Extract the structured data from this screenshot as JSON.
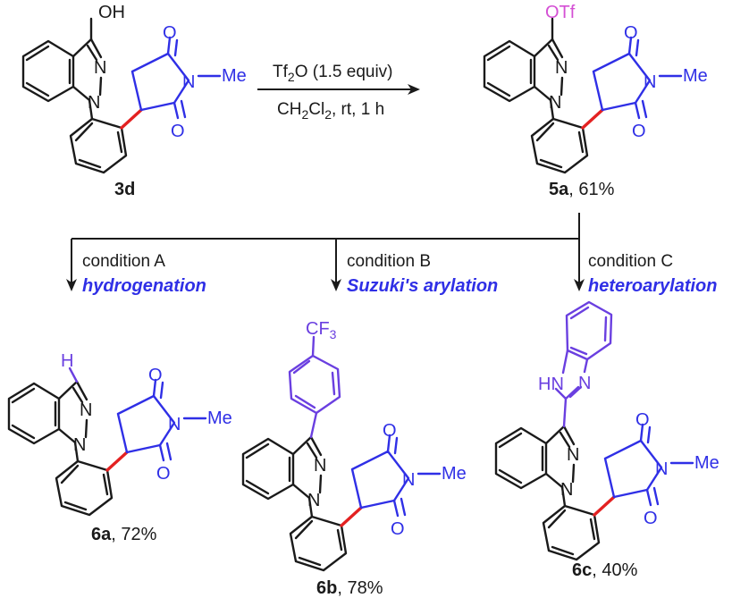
{
  "scheme": {
    "step1": {
      "reagent_line1": [
        "Tf",
        "2",
        "O (1.5 equiv)"
      ],
      "reagent_line2": [
        "CH",
        "2",
        "Cl",
        "2",
        ", rt, 1 h"
      ]
    },
    "start": {
      "id": "3d",
      "substituent": "OH"
    },
    "intermediate": {
      "id": "5a",
      "yield": ", 61%",
      "substituent": "OTf"
    },
    "branches": [
      {
        "condition": "condition A",
        "reaction": "hydrogenation",
        "id": "6a",
        "yield": ", 72%",
        "substituent": "H"
      },
      {
        "condition": "condition B",
        "reaction": "Suzuki's arylation",
        "id": "6b",
        "yield": ", 78%",
        "substituent": [
          "CF",
          "3"
        ]
      },
      {
        "condition": "condition C",
        "reaction": "heteroarylation",
        "id": "6c",
        "yield": ", 40%",
        "substituent_nh": "H",
        "substituent_n": "N"
      }
    ],
    "atoms": {
      "n": "N",
      "o": "O",
      "me": "Me",
      "dash": "–"
    }
  },
  "colors": {
    "bond_black": "#1a1a1a",
    "imide_blue": "#2f2fe6",
    "new_bond_red": "#e32121",
    "aryl_purple": "#6a3fe0",
    "triflate_magenta": "#d44fd4"
  }
}
